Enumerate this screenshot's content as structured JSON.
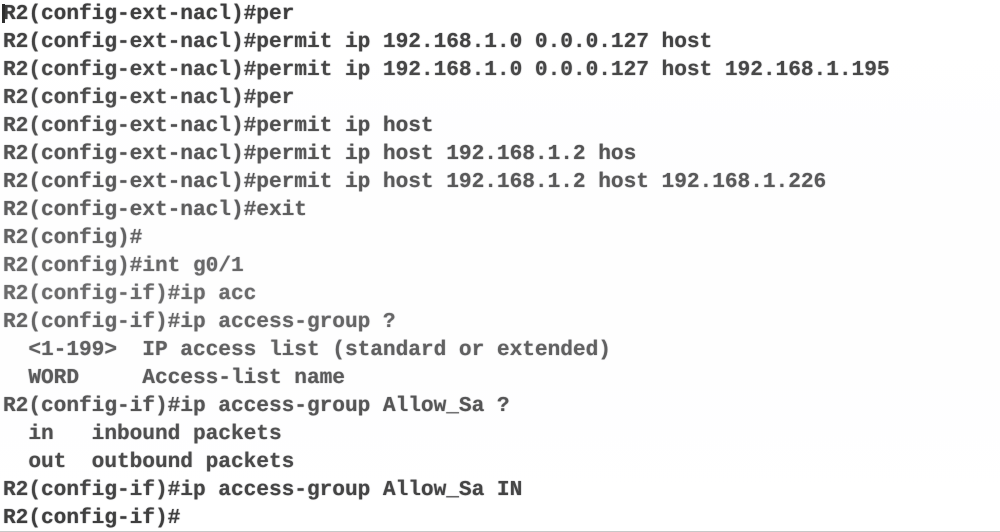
{
  "terminal": {
    "device_name": "R2",
    "background_color": "#ffffff",
    "text_color": "#3c3c3c",
    "cursor": {
      "name": "text-caret",
      "visible": true,
      "column": 0,
      "row": 0
    },
    "lines": [
      {
        "id": "line-1",
        "text": "R2(config-ext-nacl)#per"
      },
      {
        "id": "line-2",
        "text": "R2(config-ext-nacl)#permit ip 192.168.1.0 0.0.0.127 host"
      },
      {
        "id": "line-3",
        "text": "R2(config-ext-nacl)#permit ip 192.168.1.0 0.0.0.127 host 192.168.1.195"
      },
      {
        "id": "line-4",
        "text": "R2(config-ext-nacl)#per"
      },
      {
        "id": "line-5",
        "text": "R2(config-ext-nacl)#permit ip host"
      },
      {
        "id": "line-6",
        "text": "R2(config-ext-nacl)#permit ip host 192.168.1.2 hos"
      },
      {
        "id": "line-7",
        "text": "R2(config-ext-nacl)#permit ip host 192.168.1.2 host 192.168.1.226"
      },
      {
        "id": "line-8",
        "text": "R2(config-ext-nacl)#exit"
      },
      {
        "id": "line-9",
        "text": "R2(config)#"
      },
      {
        "id": "line-10",
        "text": "R2(config)#int g0/1"
      },
      {
        "id": "line-11",
        "text": "R2(config-if)#ip acc"
      },
      {
        "id": "line-12",
        "text": "R2(config-if)#ip access-group ?"
      },
      {
        "id": "line-13",
        "text": "  <1-199>  IP access list (standard or extended)"
      },
      {
        "id": "line-14",
        "text": "  WORD     Access-list name"
      },
      {
        "id": "line-15",
        "text": "R2(config-if)#ip access-group Allow_Sa ?"
      },
      {
        "id": "line-16",
        "text": "  in   inbound packets"
      },
      {
        "id": "line-17",
        "text": "  out  outbound packets"
      },
      {
        "id": "line-18",
        "text": "R2(config-if)#ip access-group Allow_Sa IN"
      },
      {
        "id": "line-19",
        "text": "R2(config-if)#"
      }
    ],
    "prompts": {
      "ext_nacl": "R2(config-ext-nacl)#",
      "global_config": "R2(config)#",
      "interface_config": "R2(config-if)#"
    },
    "help_output": {
      "access_group_options": [
        {
          "token": "<1-199>",
          "description": "IP access list (standard or extended)"
        },
        {
          "token": "WORD",
          "description": "Access-list name"
        }
      ],
      "direction_options": [
        {
          "token": "in",
          "description": "inbound packets"
        },
        {
          "token": "out",
          "description": "outbound packets"
        }
      ]
    },
    "acl_entries": [
      {
        "action": "permit",
        "protocol": "ip",
        "source": "192.168.1.0",
        "wildcard": "0.0.0.127",
        "destination": "host 192.168.1.195"
      },
      {
        "action": "permit",
        "protocol": "ip",
        "source": "host 192.168.1.2",
        "wildcard": "",
        "destination": "host 192.168.1.226"
      }
    ],
    "interface": "g0/1",
    "acl_name": "Allow_Sa",
    "acl_direction": "IN"
  }
}
